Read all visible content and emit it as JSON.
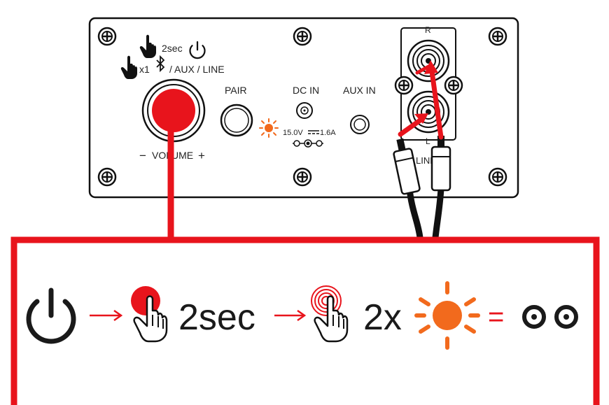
{
  "panel": {
    "hold_duration": "2sec",
    "tap_count": "x1",
    "mode_text": "/ AUX / LINE",
    "pair_label": "PAIR",
    "dc_in_label": "DC IN",
    "aux_in_label": "AUX IN",
    "power_spec": "15.0V",
    "current_spec": "1.6A",
    "volume_minus": "−",
    "volume_label": "VOLUME",
    "volume_plus": "+",
    "line_top_label": "R",
    "line_bottom_label": "L",
    "line_label": "LINE"
  },
  "steps": {
    "hold_text": "2sec",
    "tap_text": "2x",
    "equals": "="
  },
  "colors": {
    "accent_red": "#e8141c",
    "led_orange": "#f26a1d",
    "ink": "#1a1a1a"
  }
}
